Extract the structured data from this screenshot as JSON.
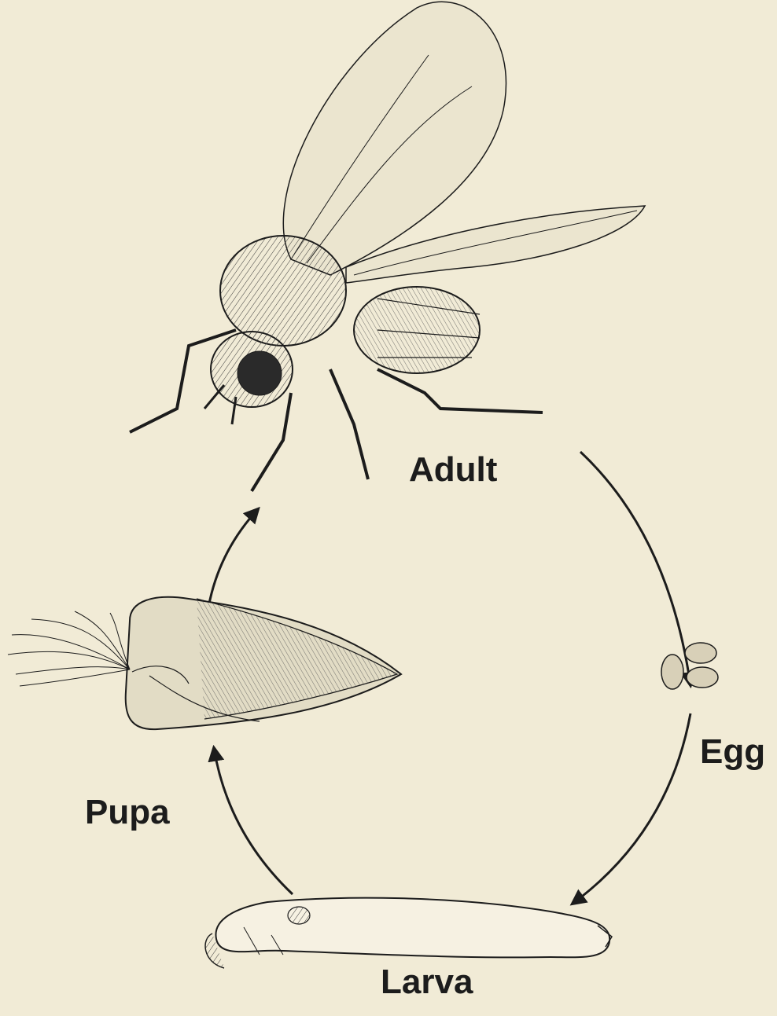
{
  "diagram": {
    "stages": [
      {
        "id": "adult",
        "label": "Adult"
      },
      {
        "id": "egg",
        "label": "Egg"
      },
      {
        "id": "larva",
        "label": "Larva"
      },
      {
        "id": "pupa",
        "label": "Pupa"
      }
    ],
    "cycle_order": [
      "adult",
      "egg",
      "larva",
      "pupa",
      "adult"
    ],
    "colors": {
      "background": "#f1ebd6",
      "ink": "#1c1c1c"
    }
  }
}
